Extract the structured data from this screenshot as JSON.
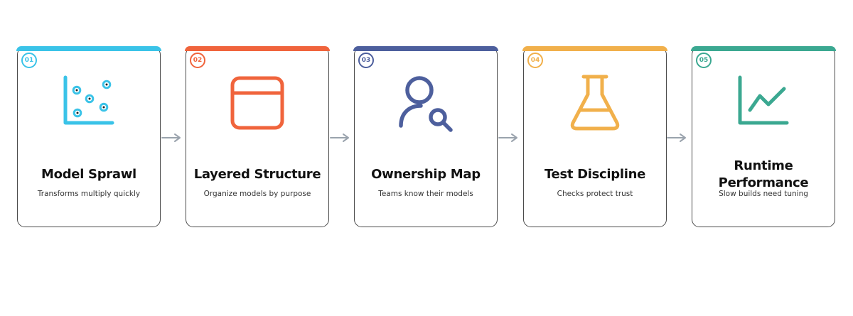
{
  "steps": [
    {
      "number": "01",
      "title": "Model Sprawl",
      "description": "Transforms multiply quickly",
      "color": "#3ac3e8",
      "icon": "scatter-plot-icon"
    },
    {
      "number": "02",
      "title": "Layered Structure",
      "description": "Organize models by purpose",
      "color": "#f0643c",
      "icon": "browser-window-icon"
    },
    {
      "number": "03",
      "title": "Ownership Map",
      "description": "Teams know their models",
      "color": "#4d5f9d",
      "icon": "user-search-icon"
    },
    {
      "number": "04",
      "title": "Test Discipline",
      "description": "Checks protect trust",
      "color": "#f1b04b",
      "icon": "flask-icon"
    },
    {
      "number": "05",
      "title": "Runtime Performance",
      "description": "Slow builds need tuning",
      "color": "#3ba891",
      "icon": "line-chart-icon"
    }
  ],
  "connector_color": "#9aa3ad"
}
